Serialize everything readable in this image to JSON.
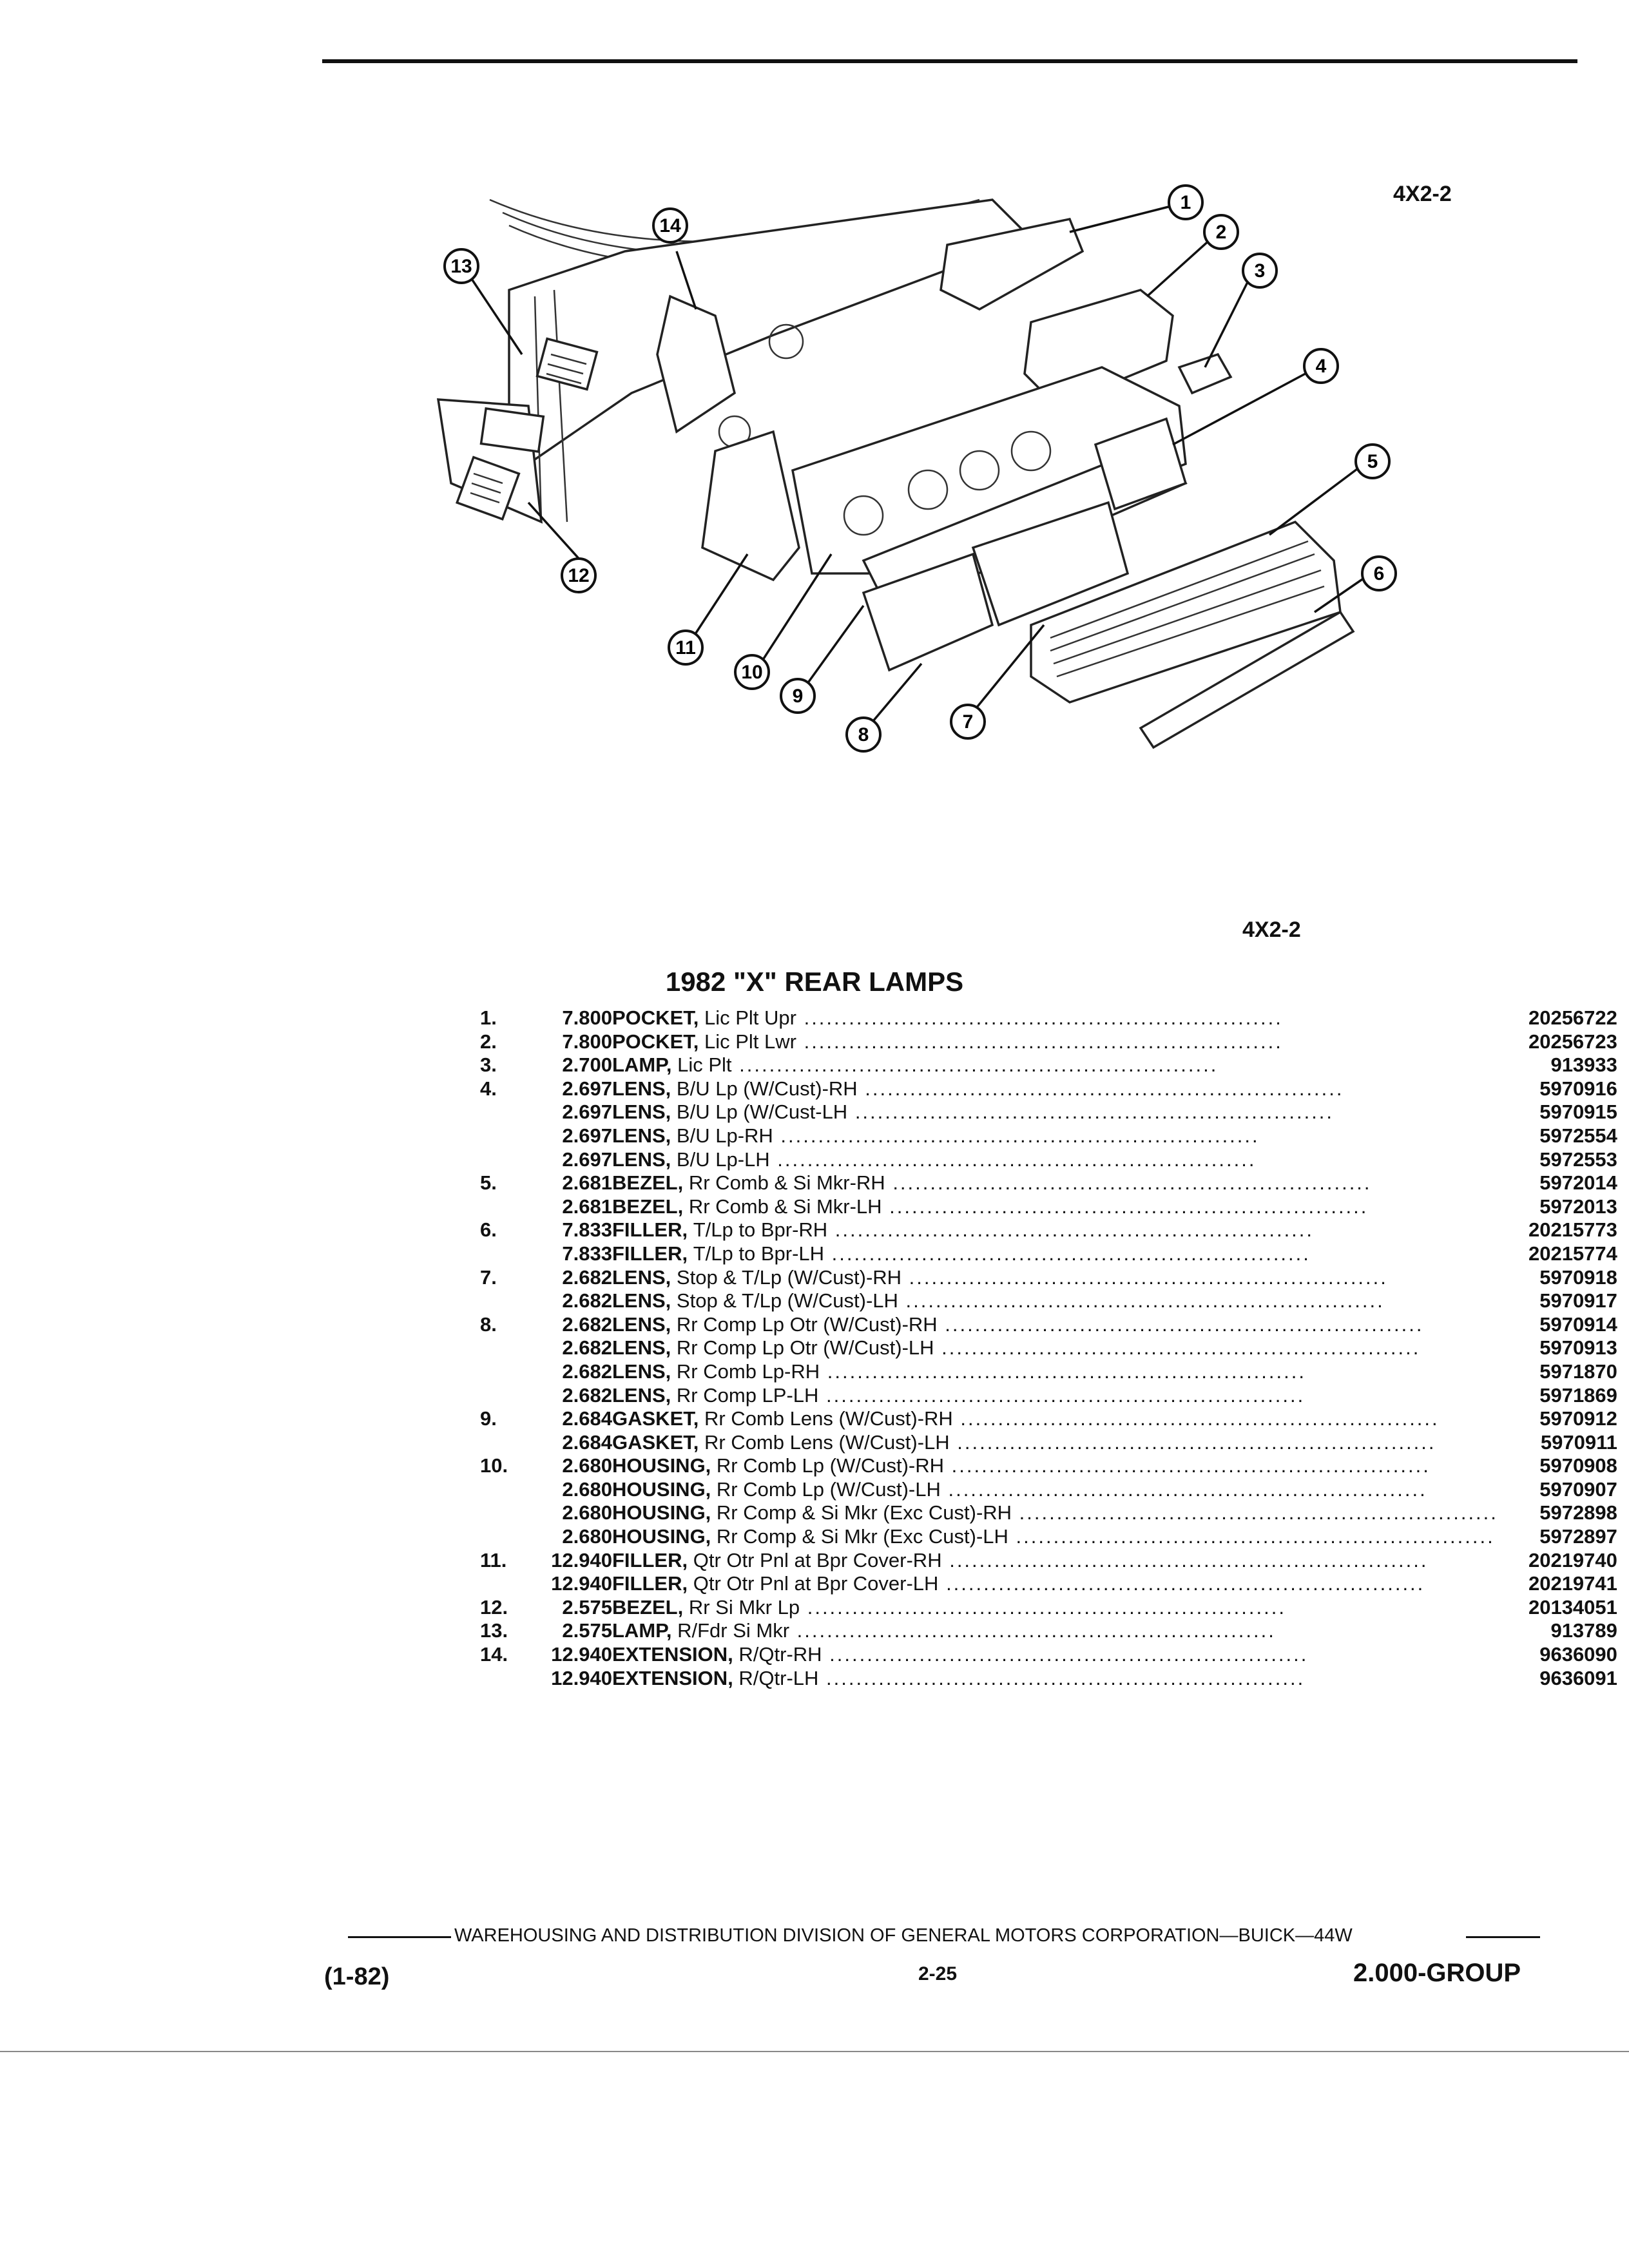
{
  "page": {
    "ref_top": "4X2-2",
    "ref_mid": "4X2-2",
    "section_title": "1982 \"X\" REAR LAMPS"
  },
  "diagram": {
    "callouts": [
      "1",
      "2",
      "3",
      "4",
      "5",
      "6",
      "7",
      "8",
      "9",
      "10",
      "11",
      "12",
      "13",
      "14"
    ]
  },
  "parts": [
    {
      "item": "1.",
      "group": "7.800",
      "noun": "POCKET,",
      "desc": "Lic Plt Upr",
      "part": "20256722"
    },
    {
      "item": "2.",
      "group": "7.800",
      "noun": "POCKET,",
      "desc": "Lic Plt Lwr",
      "part": "20256723"
    },
    {
      "item": "3.",
      "group": "2.700",
      "noun": "LAMP,",
      "desc": "Lic Plt",
      "part": "913933"
    },
    {
      "item": "4.",
      "group": "2.697",
      "noun": "LENS,",
      "desc": "B/U Lp (W/Cust)-RH",
      "part": "5970916"
    },
    {
      "item": "",
      "group": "2.697",
      "noun": "LENS,",
      "desc": "B/U Lp (W/Cust-LH",
      "part": "5970915"
    },
    {
      "item": "",
      "group": "2.697",
      "noun": "LENS,",
      "desc": "B/U Lp-RH",
      "part": "5972554"
    },
    {
      "item": "",
      "group": "2.697",
      "noun": "LENS,",
      "desc": "B/U Lp-LH",
      "part": "5972553"
    },
    {
      "item": "5.",
      "group": "2.681",
      "noun": "BEZEL,",
      "desc": "Rr Comb & Si Mkr-RH",
      "part": "5972014"
    },
    {
      "item": "",
      "group": "2.681",
      "noun": "BEZEL,",
      "desc": "Rr Comb & Si Mkr-LH",
      "part": "5972013"
    },
    {
      "item": "6.",
      "group": "7.833",
      "noun": "FILLER,",
      "desc": "T/Lp to Bpr-RH",
      "part": "20215773"
    },
    {
      "item": "",
      "group": "7.833",
      "noun": "FILLER,",
      "desc": "T/Lp to Bpr-LH",
      "part": "20215774"
    },
    {
      "item": "7.",
      "group": "2.682",
      "noun": "LENS,",
      "desc": "Stop & T/Lp (W/Cust)-RH",
      "part": "5970918"
    },
    {
      "item": "",
      "group": "2.682",
      "noun": "LENS,",
      "desc": "Stop & T/Lp (W/Cust)-LH",
      "part": "5970917"
    },
    {
      "item": "8.",
      "group": "2.682",
      "noun": "LENS,",
      "desc": "Rr Comp Lp Otr (W/Cust)-RH",
      "part": "5970914"
    },
    {
      "item": "",
      "group": "2.682",
      "noun": "LENS,",
      "desc": "Rr Comp Lp Otr (W/Cust)-LH",
      "part": "5970913"
    },
    {
      "item": "",
      "group": "2.682",
      "noun": "LENS,",
      "desc": "Rr Comb Lp-RH",
      "part": "5971870"
    },
    {
      "item": "",
      "group": "2.682",
      "noun": "LENS,",
      "desc": "Rr Comp LP-LH",
      "part": "5971869"
    },
    {
      "item": "9.",
      "group": "2.684",
      "noun": "GASKET,",
      "desc": "Rr Comb Lens (W/Cust)-RH",
      "part": "5970912"
    },
    {
      "item": "",
      "group": "2.684",
      "noun": "GASKET,",
      "desc": "Rr Comb Lens (W/Cust)-LH",
      "part": "5970911"
    },
    {
      "item": "10.",
      "group": "2.680",
      "noun": "HOUSING,",
      "desc": "Rr Comb Lp (W/Cust)-RH",
      "part": "5970908"
    },
    {
      "item": "",
      "group": "2.680",
      "noun": "HOUSING,",
      "desc": "Rr Comb Lp (W/Cust)-LH",
      "part": "5970907"
    },
    {
      "item": "",
      "group": "2.680",
      "noun": "HOUSING,",
      "desc": "Rr Comp & Si Mkr (Exc Cust)-RH",
      "part": "5972898"
    },
    {
      "item": "",
      "group": "2.680",
      "noun": "HOUSING,",
      "desc": "Rr Comp & Si Mkr (Exc Cust)-LH",
      "part": "5972897"
    },
    {
      "item": "11.",
      "group": "12.940",
      "noun": "FILLER,",
      "desc": "Qtr Otr Pnl at Bpr Cover-RH",
      "part": "20219740"
    },
    {
      "item": "",
      "group": "12.940",
      "noun": "FILLER,",
      "desc": "Qtr Otr Pnl at Bpr Cover-LH",
      "part": "20219741"
    },
    {
      "item": "12.",
      "group": "2.575",
      "noun": "BEZEL,",
      "desc": "Rr Si Mkr Lp",
      "part": "20134051"
    },
    {
      "item": "13.",
      "group": "2.575",
      "noun": "LAMP,",
      "desc": "R/Fdr Si Mkr",
      "part": "913789"
    },
    {
      "item": "14.",
      "group": "12.940",
      "noun": "EXTENSION,",
      "desc": "R/Qtr-RH",
      "part": "9636090"
    },
    {
      "item": "",
      "group": "12.940",
      "noun": "EXTENSION,",
      "desc": "R/Qtr-LH",
      "part": "9636091"
    }
  ],
  "footer": {
    "line": "WAREHOUSING AND DISTRIBUTION  DIVISION OF GENERAL MOTORS CORPORATION—BUICK—44W",
    "left": "(1-82)",
    "center": "2-25",
    "right": "2.000-GROUP"
  }
}
